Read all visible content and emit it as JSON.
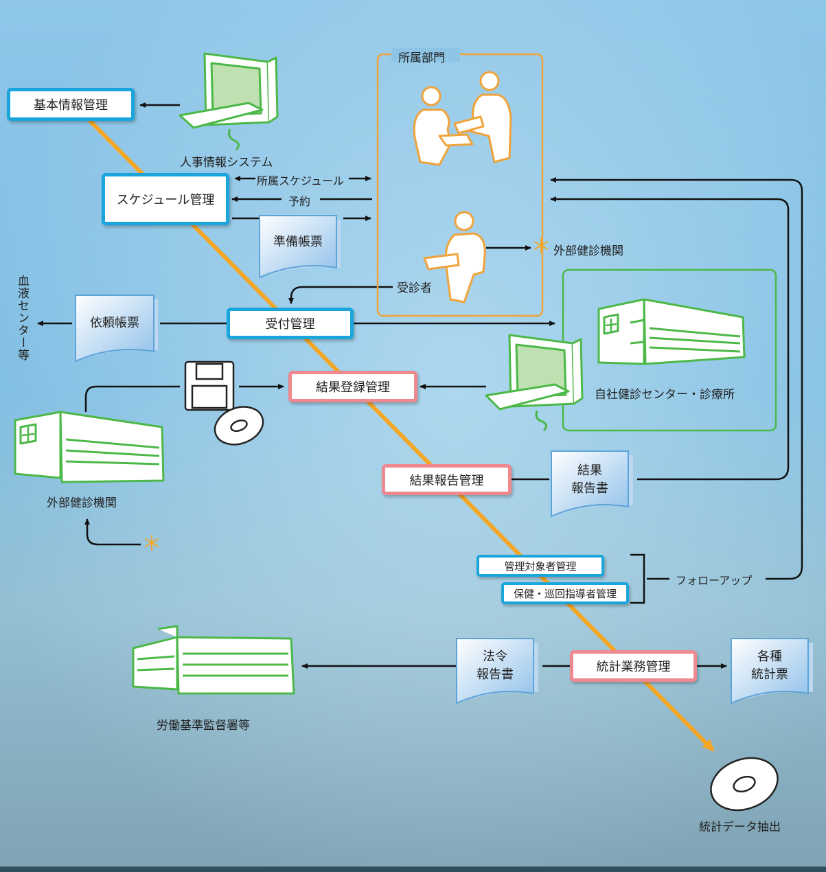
{
  "boxes": {
    "basic_info": "基本情報管理",
    "schedule": "スケジュール管理",
    "reception": "受付管理",
    "result_registration": "結果登録管理",
    "result_report": "結果報告管理",
    "target_management": "管理対象者管理",
    "health_guidance": "保健・巡回指導者管理",
    "statistics": "統計業務管理"
  },
  "labels": {
    "hr_system": "人事情報システム",
    "dept_schedule": "所属スケジュール",
    "reservation": "予約",
    "department": "所属部門",
    "examinee": "受診者",
    "external_facility_top": "外部健診機関",
    "external_facility_left": "外部健診機関",
    "own_center": "自社健診センター・診療所",
    "blood_center": "血液センター等",
    "follow_up": "フォローアップ",
    "labor_office": "労働基準監督署等",
    "stats_data": "統計データ抽出",
    "asterisk": "＊"
  },
  "documents": {
    "prep_form": "準備帳票",
    "request_form": "依頼帳票",
    "result_report_doc_1": "結果",
    "result_report_doc_2": "報告書",
    "legal_report_1": "法令",
    "legal_report_2": "報告書",
    "stats_forms_1": "各種",
    "stats_forms_2": "統計票"
  },
  "colors": {
    "box_blue": "#1aa6dd",
    "box_pink": "#ee8a8f",
    "timeline_orange": "#f5a623",
    "dept_frame": "#f0a33a",
    "center_frame": "#4cb848",
    "icon_green": "#4cb848"
  },
  "icons": [
    "computer-icon",
    "person-icon",
    "hospital-icon",
    "floppy-disk-icon",
    "cd-icon",
    "document-icon",
    "government-building-icon"
  ]
}
